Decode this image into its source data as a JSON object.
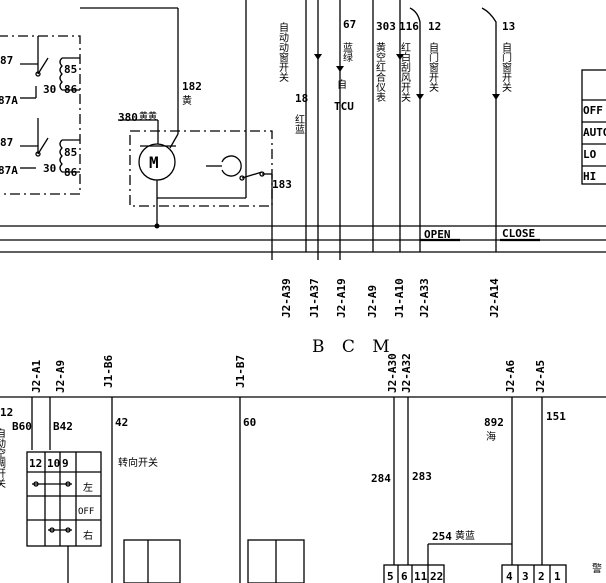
{
  "relays": {
    "upper": {
      "pin_a": "87",
      "pin_b": "87A",
      "pin_c": "30",
      "pin_d": "85",
      "pin_e": "86"
    },
    "lower": {
      "pin_a": "87",
      "pin_b": "87A",
      "pin_c": "30",
      "pin_d": "85",
      "pin_e": "86"
    }
  },
  "motor": {
    "symbol": "M"
  },
  "wires": {
    "w182": "182",
    "w182_color": "黄",
    "w380": "380",
    "w380_color": "黄黄",
    "w183": "183",
    "w18": "18",
    "w18_color": "红蓝",
    "w67": "67",
    "w67_color": "蓝绿",
    "w303": "303",
    "w303_color": "黄空红合仪表",
    "w116": "116",
    "w116_color": "红白刮风开关",
    "w12": "12",
    "w12_color": "自门窗开关",
    "w13": "13",
    "w13_color": "自门窗开关",
    "w42": "42",
    "w42_label": "转向开关",
    "w60": "60",
    "w892": "892",
    "w892_color": "海",
    "w151": "151",
    "w284": "284",
    "w283": "283",
    "w254": "254",
    "w254_color": "黄蓝",
    "w12b": "12",
    "w12b_color": "自动空调开关",
    "B60": "B60",
    "B42": "B42"
  },
  "top_labels": {
    "auto_window": "自动动窗开关",
    "tcu_label": "自",
    "tcu": "TCU"
  },
  "mode_table": {
    "rows": [
      "OFF",
      "AUTO",
      "LO",
      "HI"
    ]
  },
  "bus": {
    "open": "OPEN",
    "close": "CLOSE"
  },
  "pins_top": [
    "J2-A39",
    "J1-A37",
    "J2-A19",
    "J2-A9",
    "J1-A10",
    "J2-A33",
    "J2-A14"
  ],
  "module": "B C M",
  "pins_bottom": [
    "J2-A1",
    "J2-A9",
    "J1-B6",
    "J1-B7",
    "J2-A30",
    "J2-A32",
    "J2-A6",
    "J2-A5"
  ],
  "switch": {
    "pins": [
      "12",
      "10",
      "9"
    ],
    "pos_left": "左",
    "pos_off": "OFF",
    "pos_right": "右"
  },
  "connectors": {
    "c1": [
      "5",
      "6",
      "11",
      "22"
    ],
    "c2": [
      "4",
      "3",
      "2",
      "1"
    ]
  },
  "corner_text": "警"
}
